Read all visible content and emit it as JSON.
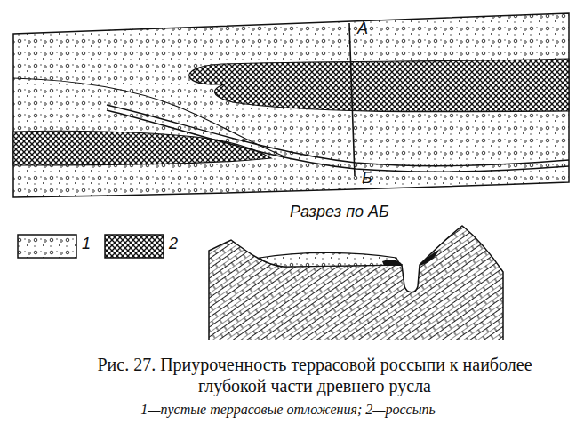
{
  "diagram": {
    "caption": "Рис. 27. Приуроченность террасовой россыпи к наиболее глубокой части древнего русла",
    "labels": [
      "А",
      "Б",
      "Разрез по АБ",
      "1—пустые террасовые отложения; 2—россыпь"
    ],
    "legend": [
      {
        "text": "1"
      },
      {
        "text": "2"
      }
    ]
  }
}
